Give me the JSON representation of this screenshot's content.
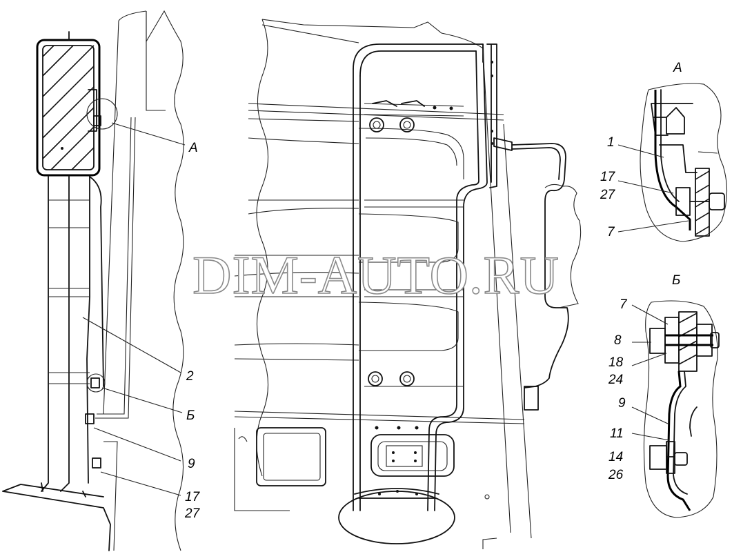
{
  "watermark": "DIM-AUTO.RU",
  "callouts": {
    "left_view": {
      "a_label": "А",
      "label_2": "2",
      "b_label": "Б",
      "label_9": "9",
      "label_17": "17",
      "label_27": "27"
    },
    "detail_a": {
      "title": "А",
      "label_1": "1",
      "label_17": "17",
      "label_27": "27",
      "label_7": "7"
    },
    "detail_b": {
      "title": "Б",
      "label_7": "7",
      "label_8": "8",
      "label_18": "18",
      "label_24": "24",
      "label_9": "9",
      "label_11": "11",
      "label_14": "14",
      "label_26": "26"
    }
  }
}
